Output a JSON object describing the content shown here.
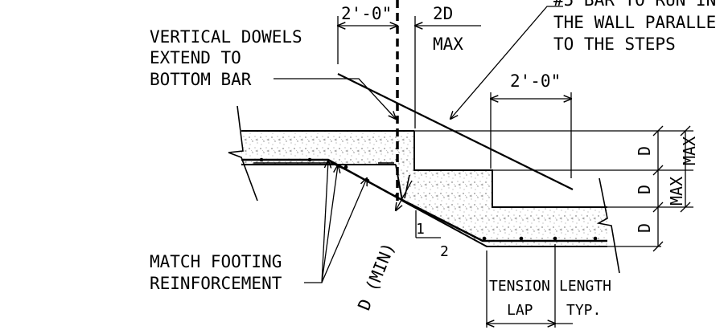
{
  "labels": {
    "dim_2ft_top": "2'-0\"",
    "dim_2d": "2D",
    "dim_max_top": "MAX",
    "note_bar_1": "#5 BAR TO RUN IN",
    "note_bar_2": "THE WALL PARALLE",
    "note_bar_3": "TO THE STEPS",
    "dowels_1": "VERTICAL DOWELS",
    "dowels_2": "EXTEND TO",
    "dowels_3": "BOTTOM BAR",
    "dim_2ft_mid": "2'-0\"",
    "match_1": "MATCH FOOTING",
    "match_2": "REINFORCEMENT",
    "d_min": "D (MIN)",
    "slope_rise": "1",
    "slope_run": "2",
    "tension_1": "TENSION",
    "tension_2": "LAP",
    "length_1": "LENGTH",
    "length_2": "TYP.",
    "d_1": "D",
    "d_2": "D",
    "d_3": "D",
    "max_1": "MAX",
    "max_2": "MAX"
  }
}
